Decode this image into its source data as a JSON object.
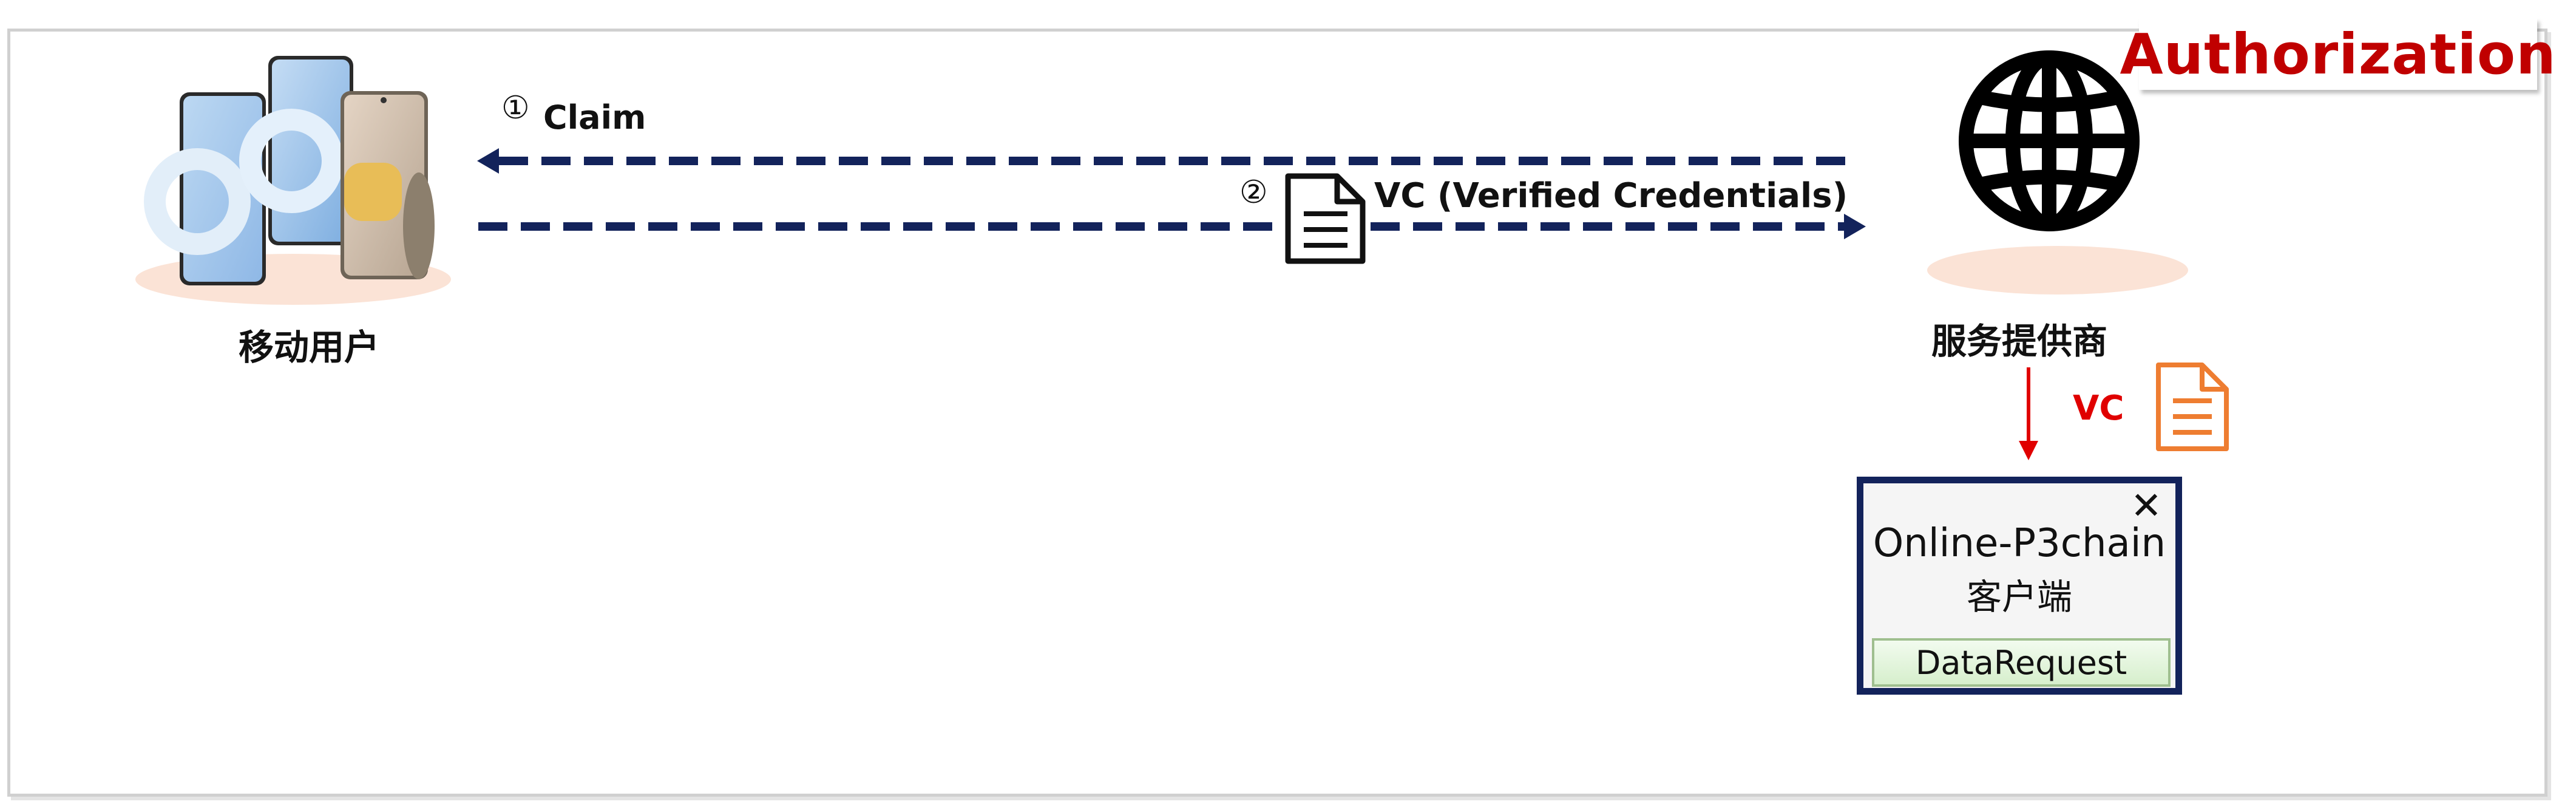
{
  "title": "Authorization",
  "nodes": {
    "mobile_user": "移动用户",
    "service_provider": "服务提供商"
  },
  "arrows": {
    "claim": {
      "number": "①",
      "label": "Claim"
    },
    "vc": {
      "number": "②",
      "label": "VC (Verified Credentials)"
    },
    "vc_down": {
      "label": "VC"
    }
  },
  "client": {
    "name": "Online-P3chain",
    "subtitle": "客户端",
    "close": "✕",
    "button": "DataRequest"
  },
  "colors": {
    "title": "#c00000",
    "dashed_arrow": "#13235b",
    "red_arrow": "#e00000",
    "document_orange": "#ee7d31",
    "ellipse": "#fbe3d6"
  },
  "icons": [
    "phones-image",
    "globe-icon",
    "document-icon",
    "document-orange-icon",
    "close-icon"
  ]
}
